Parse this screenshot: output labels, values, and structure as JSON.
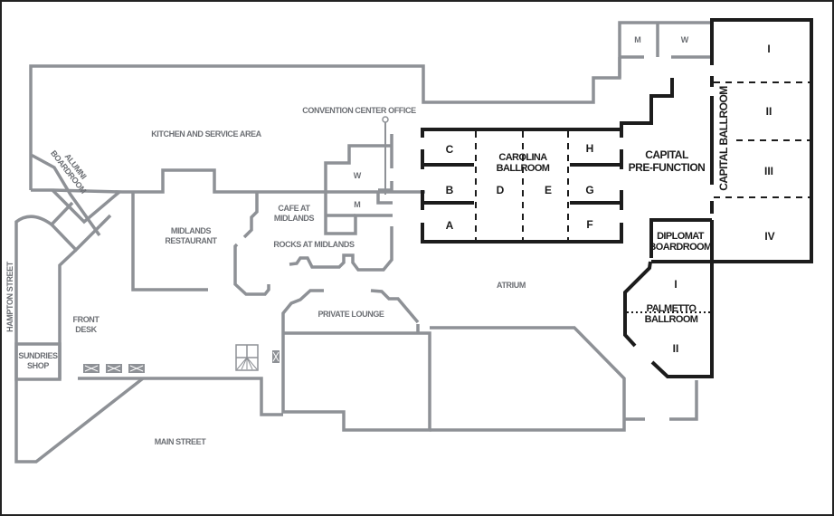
{
  "map": {
    "title": "Convention Center Floor Plan",
    "colors": {
      "wall_gray": "#8e9196",
      "wall_black": "#1c1c1c",
      "label_gray": "#6c6f74",
      "background": "#ffffff"
    },
    "streets": {
      "hampton": "HAMPTON STREET",
      "main": "MAIN STREET"
    },
    "areas": {
      "kitchen": "KITCHEN AND SERVICE AREA",
      "alumni_line1": "ALUMNI",
      "alumni_line2": "BOARDROOM",
      "convention_office": "CONVENTION CENTER OFFICE",
      "midlands_line1": "MIDLANDS",
      "midlands_line2": "RESTAURANT",
      "cafe_line1": "CAFE AT",
      "cafe_line2": "MIDLANDS",
      "rocks": "ROCKS AT MIDLANDS",
      "front_desk_line1": "FRONT",
      "front_desk_line2": "DESK",
      "sundries_line1": "SUNDRIES",
      "sundries_line2": "SHOP",
      "private_lounge": "PRIVATE LOUNGE",
      "atrium": "ATRIUM"
    },
    "restrooms": {
      "center_w": "W",
      "center_m": "M",
      "top_m": "M",
      "top_w": "W"
    },
    "carolina_ballroom": {
      "line1": "CAROLINA",
      "line2": "BALLROOM",
      "sections": {
        "a": "A",
        "b": "B",
        "c": "C",
        "d": "D",
        "e": "E",
        "f": "F",
        "g": "G",
        "h": "H"
      }
    },
    "capital_prefunction": {
      "line1": "CAPITAL",
      "line2": "PRE-FUNCTION"
    },
    "capital_ballroom": {
      "label": "CAPITAL BALLROOM",
      "sections": {
        "i": "I",
        "ii": "II",
        "iii": "III",
        "iv": "IV"
      }
    },
    "diplomat_boardroom": {
      "line1": "DIPLOMAT",
      "line2": "BOARDROOM"
    },
    "palmetto_ballroom": {
      "line1": "PALMETTO",
      "line2": "BALLROOM",
      "sections": {
        "i": "I",
        "ii": "II"
      }
    }
  }
}
